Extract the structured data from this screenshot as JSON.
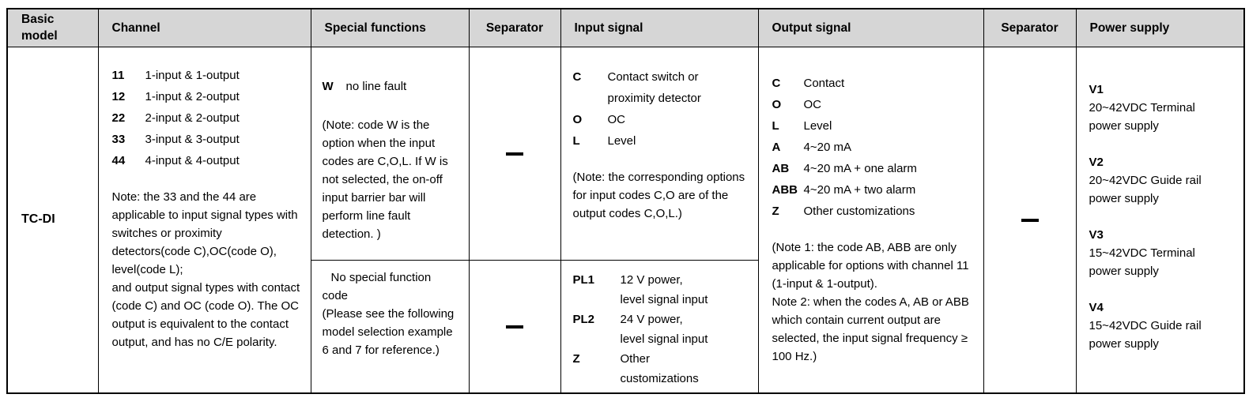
{
  "table": {
    "headers": {
      "basic_model": "Basic model",
      "channel": "Channel",
      "special_functions": "Special functions",
      "separator1": "Separator",
      "input_signal": "Input signal",
      "output_signal": "Output signal",
      "separator2": "Separator",
      "power_supply": "Power supply"
    },
    "basic_model": {
      "value": "TC-DI"
    },
    "channel": {
      "codes": [
        {
          "code": "11",
          "desc": "1-input & 1-output"
        },
        {
          "code": "12",
          "desc": "1-input & 2-output"
        },
        {
          "code": "22",
          "desc": "2-input & 2-output"
        },
        {
          "code": "33",
          "desc": "3-input & 3-output"
        },
        {
          "code": "44",
          "desc": "4-input & 4-output"
        }
      ],
      "note": "Note: the 33 and the 44 are applicable to input signal types with switches or proximity detectors(code C),OC(code O), level(code L);\nand output signal types with contact (code C) and OC (code O). The OC output is equivalent to the contact output, and has no C/E polarity."
    },
    "special_functions": {
      "row1": {
        "code": "W",
        "desc": "no line fault",
        "note": "(Note: code W is the option when the input codes are C,O,L. If W is not selected, the on-off input barrier bar will perform line fault detection. )"
      },
      "row2": {
        "text": "No special function code",
        "note": "(Please see the following model selection example 6 and 7 for reference.)"
      }
    },
    "separators": {
      "row1": "—",
      "row2": "—",
      "merged": "—"
    },
    "input_signal": {
      "row1": {
        "codes": [
          {
            "code": "C",
            "desc": "Contact switch or\nproximity detector"
          },
          {
            "code": "O",
            "desc": "OC"
          },
          {
            "code": "L",
            "desc": "Level"
          }
        ],
        "note": "(Note: the corresponding options for input codes C,O are of the output codes C,O,L.)"
      },
      "row2": {
        "codes": [
          {
            "code": "PL1",
            "desc": "12 V power,\nlevel signal input"
          },
          {
            "code": "PL2",
            "desc": "24 V power,\nlevel signal input"
          },
          {
            "code": "Z",
            "desc": "Other\ncustomizations"
          }
        ]
      }
    },
    "output_signal": {
      "codes": [
        {
          "code": "C",
          "desc": "Contact"
        },
        {
          "code": "O",
          "desc": "OC"
        },
        {
          "code": "L",
          "desc": "Level"
        },
        {
          "code": "A",
          "desc": "4~20 mA"
        },
        {
          "code": "AB",
          "desc": "4~20 mA + one alarm"
        },
        {
          "code": "ABB",
          "desc": "4~20 mA + two alarm"
        },
        {
          "code": "Z",
          "desc": "Other customizations"
        }
      ],
      "note": "(Note 1: the code AB, ABB are only applicable for options with channel 11 (1-input & 1-output).\nNote 2: when the codes A, AB or ABB which contain current output are selected, the input signal frequency ≥ 100 Hz.)"
    },
    "power_supply": {
      "options": [
        {
          "code": "V1",
          "desc": "20~42VDC Terminal\npower supply"
        },
        {
          "code": "V2",
          "desc": "20~42VDC Guide rail\npower supply"
        },
        {
          "code": "V3",
          "desc": "15~42VDC Terminal\npower supply"
        },
        {
          "code": "V4",
          "desc": "15~42VDC Guide rail\npower supply"
        }
      ]
    }
  },
  "colors": {
    "header_bg": "#d6d6d6",
    "border": "#000000",
    "text": "#000000",
    "background": "#ffffff"
  }
}
